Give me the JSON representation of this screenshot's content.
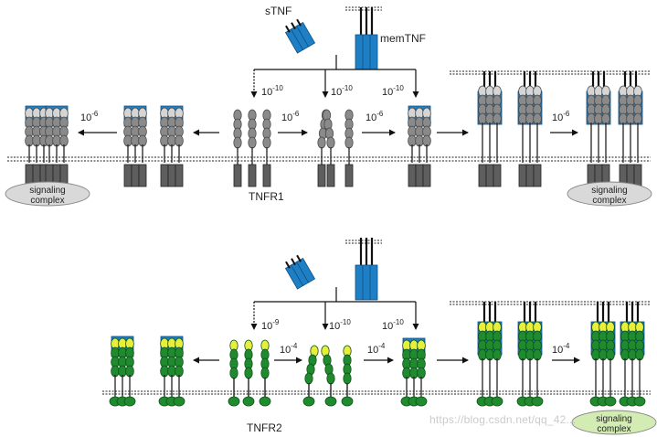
{
  "labels": {
    "stnf": "sTNF",
    "memtnf": "memTNF",
    "tnfr1": "TNFR1",
    "tnfr2": "TNFR2",
    "signaling": "signaling",
    "complex": "complex",
    "watermark": "https://blog.csdn.net/qq_42..."
  },
  "constants": {
    "top": [
      {
        "base": "10",
        "exp": "-10"
      },
      {
        "base": "10",
        "exp": "-10"
      },
      {
        "base": "10",
        "exp": "-10"
      },
      {
        "base": "10",
        "exp": "-6"
      },
      {
        "base": "10",
        "exp": "-6"
      },
      {
        "base": "10",
        "exp": "-6"
      },
      {
        "base": "10",
        "exp": "-6"
      }
    ],
    "bottom": [
      {
        "base": "10",
        "exp": "-9"
      },
      {
        "base": "10",
        "exp": "-10"
      },
      {
        "base": "10",
        "exp": "-10"
      },
      {
        "base": "10",
        "exp": "-4"
      },
      {
        "base": "10",
        "exp": "-4"
      },
      {
        "base": "10",
        "exp": "-4"
      }
    ]
  },
  "colors": {
    "tnf_blue": "#1f7fc4",
    "tnf_blue_dark": "#0e4f86",
    "tnfr1_gray": "#8a8a8a",
    "tnfr1_dark": "#4a4a4a",
    "tnfr2_green": "#1f8a2e",
    "tnfr2_dark": "#0d5219",
    "tnfr2_tip": "#e8ef3a",
    "complex_gray": "#d9d9d9",
    "complex_green": "#d3ecb4"
  }
}
